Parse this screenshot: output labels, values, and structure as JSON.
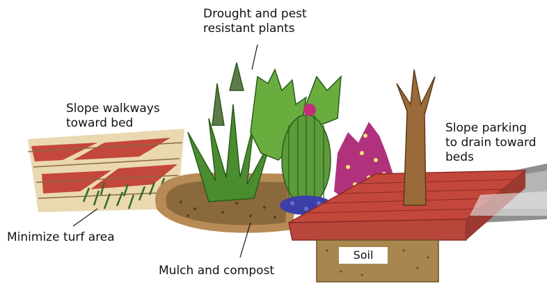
{
  "labels": {
    "plants": [
      "Drought and pest",
      "resistant plants"
    ],
    "walkways": [
      "Slope walkways",
      "toward bed"
    ],
    "parking": [
      "Slope parking",
      "to drain toward",
      "beds"
    ],
    "turf": "Minimize turf area",
    "mulch": "Mulch and compost",
    "soil": "Soil"
  },
  "colors": {
    "brick": "#c4473c",
    "brick_light": "#e9d3a8",
    "grass": "#4a8d2f",
    "mulch": "#8a6a3c",
    "soil": "#a8864e",
    "trunk": "#9a6a3a",
    "flowers_blue": "#3d3fa8",
    "flowers_magenta": "#c0307a"
  }
}
